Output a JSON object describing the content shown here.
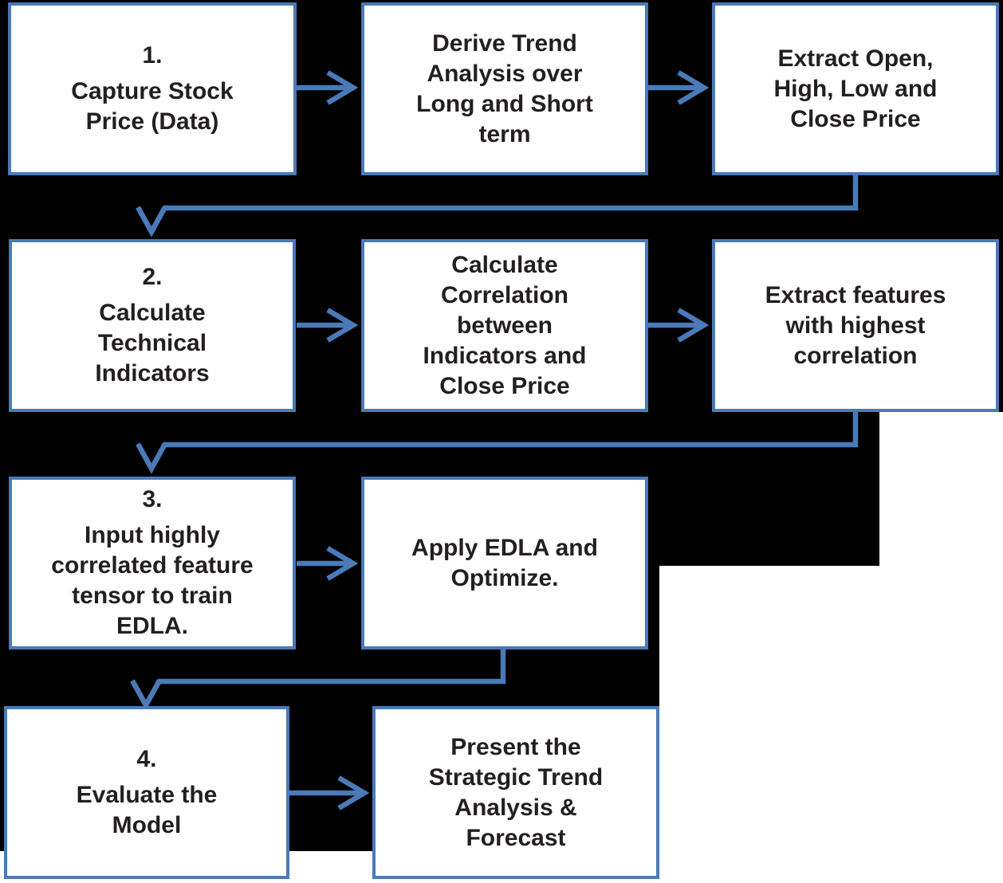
{
  "colors": {
    "background": "#000000",
    "page_background": "#ffffff",
    "box_fill": "#ffffff",
    "line_blue": "#4a7ab8",
    "text": "#231f20"
  },
  "nodes": {
    "step1": {
      "number": "1.",
      "text": "Capture Stock\nPrice (Data)"
    },
    "derive_trend": {
      "text": "Derive Trend\nAnalysis over\nLong and Short\nterm"
    },
    "extract_ohlc": {
      "text": "Extract Open,\nHigh, Low and\nClose Price"
    },
    "step2": {
      "number": "2.",
      "text": "Calculate\nTechnical\nIndicators"
    },
    "calc_correlation": {
      "text": "Calculate\nCorrelation\nbetween\nIndicators and\nClose Price"
    },
    "extract_features": {
      "text": "Extract features\nwith highest\ncorrelation"
    },
    "step3": {
      "number": "3.",
      "text": "Input highly\ncorrelated feature\ntensor to train\nEDLA."
    },
    "apply_edla": {
      "text": "Apply EDLA and\nOptimize."
    },
    "step4": {
      "number": "4.",
      "text": "Evaluate the\nModel"
    },
    "present_forecast": {
      "text": "Present the\nStrategic Trend\nAnalysis &\nForecast"
    }
  }
}
